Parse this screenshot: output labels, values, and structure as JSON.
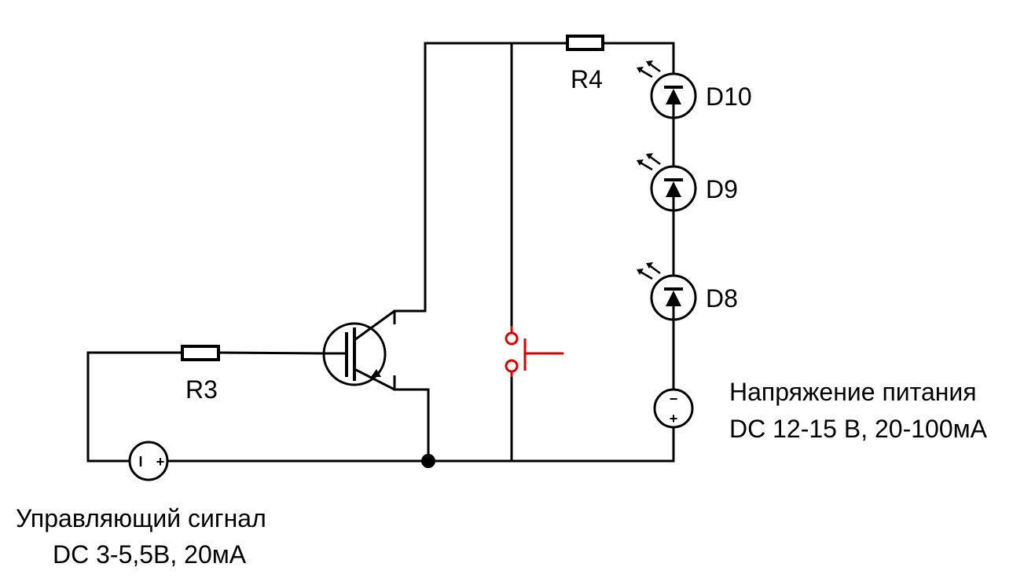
{
  "labels": {
    "r3": "R3",
    "r4": "R4",
    "d10": "D10",
    "d9": "D9",
    "d8": "D8",
    "supply_line1": "Напряжение питания",
    "supply_line2": "DC 12-15 В, 20-100мА",
    "control_line1": "Управляющий сигнал",
    "control_line2": "DC 3-5,5В, 20мА"
  },
  "symbols": {
    "minus": "−",
    "plus": "+",
    "minus_small": "I"
  },
  "colors": {
    "wire": "#000000",
    "switch": "#e00000"
  }
}
